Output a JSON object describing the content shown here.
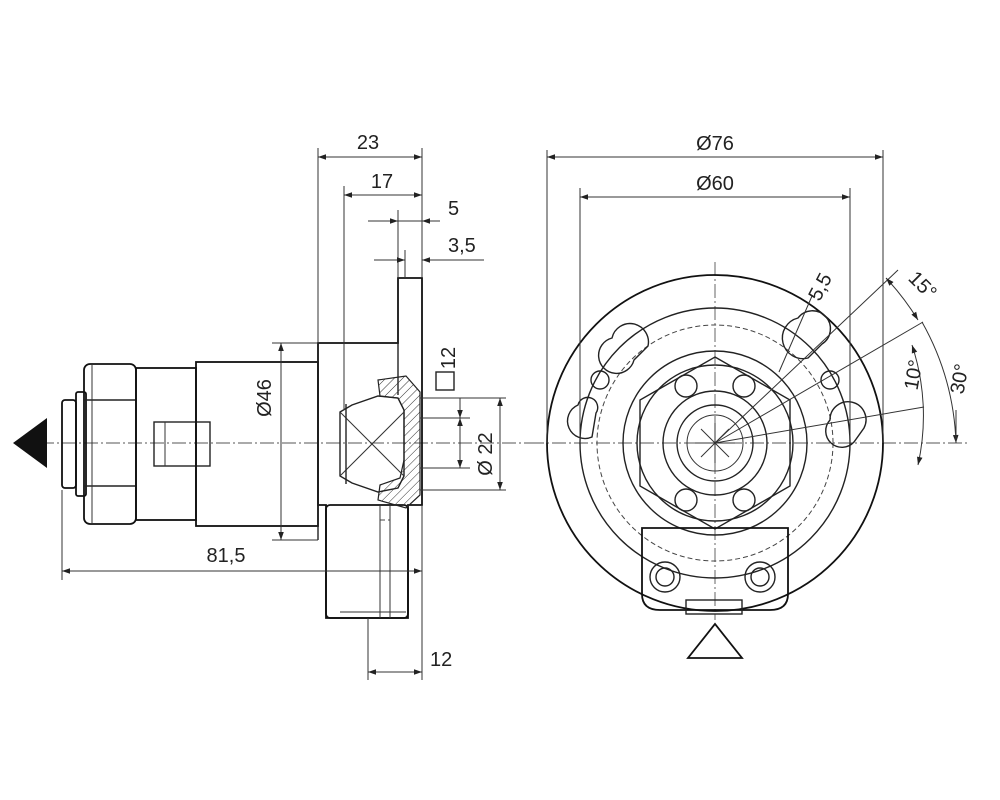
{
  "drawing": {
    "side_view": {
      "dims": {
        "d23": "23",
        "d17": "17",
        "d5": "5",
        "d3_5": "3,5",
        "d12_square": "12",
        "d46": "Ø46",
        "d22": "Ø 22",
        "d81_5": "81,5",
        "d12_bottom": "12"
      }
    },
    "front_view": {
      "dims": {
        "d76": "Ø76",
        "d60": "Ø60",
        "d5_5": "5,5",
        "a15": "15°",
        "a10": "10°",
        "a30": "30°"
      }
    }
  }
}
